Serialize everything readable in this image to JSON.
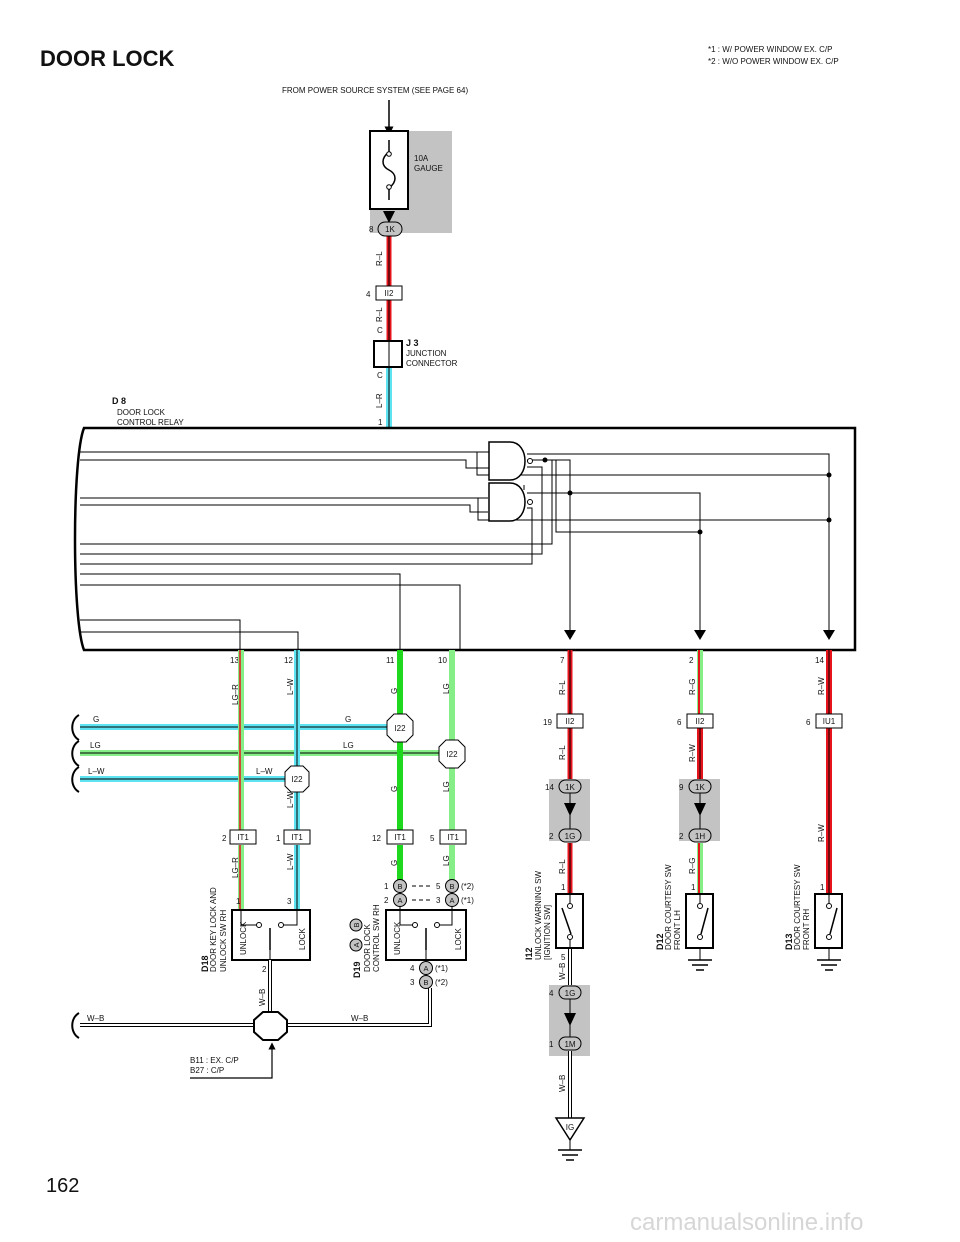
{
  "header": {
    "title": "DOOR LOCK",
    "notes": [
      "*1 : W/ POWER WINDOW EX.  C/P",
      "*2 : W/O POWER WINDOW EX.  C/P"
    ]
  },
  "power_source": "FROM POWER SOURCE SYSTEM (SEE PAGE 64)",
  "fuse": {
    "rating": "10A",
    "name": "GAUGE"
  },
  "connectors": {
    "c1K": "1K",
    "cII2": "II2",
    "cIU1": "IU1",
    "cIT1": "IT1",
    "cI22": "I22",
    "c1G": "1G",
    "c1H": "1H",
    "c1M": "1M",
    "cA": "A",
    "cB": "B",
    "ground_IG": "IG"
  },
  "pins": {
    "p8": "8",
    "p4": "4",
    "p1": "1",
    "p13": "13",
    "p12": "12",
    "p11": "11",
    "p10": "10",
    "p7": "7",
    "p2": "2",
    "p14": "14",
    "p19": "19",
    "p6": "6",
    "p9": "9",
    "p3": "3",
    "p5": "5"
  },
  "components": {
    "j3": {
      "id": "J 3",
      "line1": "JUNCTION",
      "line2": "CONNECTOR",
      "pin_c": "C"
    },
    "d8": {
      "id": "D 8",
      "line1": "DOOR LOCK",
      "line2": "CONTROL RELAY"
    },
    "d18": {
      "id": "D18",
      "line1": "DOOR KEY LOCK AND",
      "line2": "UNLOCK SW RH"
    },
    "d19": {
      "id": "D19",
      "line1": "DOOR LOCK",
      "line2": "CONTROL SW RH"
    },
    "i12": {
      "id": "I12",
      "line1": "UNLOCK WARNING SW",
      "line2": "[IGNITION SW]"
    },
    "d12": {
      "id": "D12",
      "line1": "DOOR COURTESY SW",
      "line2": "FRONT LH"
    },
    "d13": {
      "id": "D13",
      "line1": "DOOR COURTESY SW",
      "line2": "FRONT RH"
    },
    "switch_unlock": "UNLOCK",
    "switch_lock": "LOCK",
    "note_star1": "(*1)",
    "note_star2": "(*2)"
  },
  "wires": {
    "RL": "R–L",
    "LR": "L–R",
    "LGR": "LG–R",
    "LW": "L–W",
    "G": "G",
    "LG": "LG",
    "RG": "R–G",
    "RW": "R–W",
    "WB": "W–B"
  },
  "junction_note": [
    "B11 : EX.  C/P",
    "B27 : C/P"
  ],
  "page_number": "162",
  "watermark": "carmanualsonline.info",
  "colors": {
    "red": "#e8141c",
    "cyan": "#5ee3f2",
    "green": "#1ed81e",
    "lightgreen": "#86ee86",
    "orange": "#f29a2e",
    "gray": "#c3c3c3"
  }
}
